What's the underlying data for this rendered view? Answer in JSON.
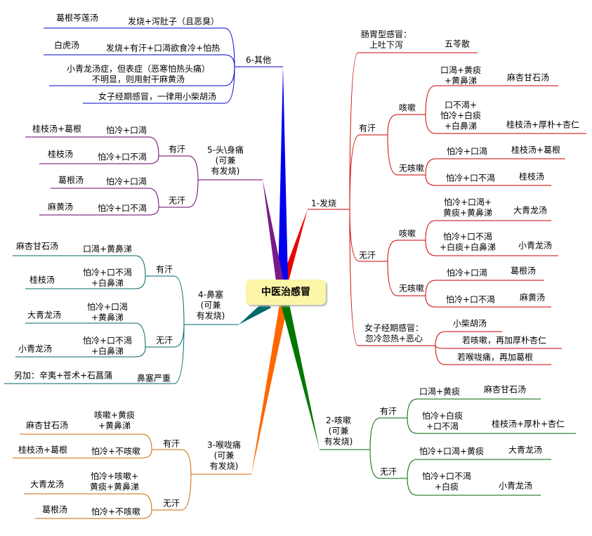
{
  "center": "中医治感冒",
  "colors": {
    "fever": "#cc0000",
    "cough": "#006600",
    "throat": "#cc6600",
    "nose": "#006666",
    "head": "#660066",
    "other": "#0000cc"
  },
  "fever": {
    "branch": "1-发烧",
    "gastro": "肠胃型感冒：\n上吐下泻",
    "gastro_rx": "五苓散",
    "sweat": "有汗",
    "cough": "咳嗽",
    "c1": "口渴+黄痰\n+黄鼻涕",
    "c1_rx": "麻杏甘石汤",
    "c2": "口不渴+\n怕冷+白痰\n+白鼻涕",
    "c2_rx": "桂枝汤+厚朴+杏仁",
    "nocough": "无咳嗽",
    "n1": "怕冷+口渴",
    "n1_rx": "桂枝汤+葛根",
    "n2": "怕冷+口不渴",
    "n2_rx": "桂枝汤",
    "nosweat": "无汗",
    "cough2": "咳嗽",
    "d1": "怕冷+口渴+\n黄痰+黄鼻涕",
    "d1_rx": "大青龙汤",
    "d2": "怕冷+口不渴\n+白痰+白鼻涕",
    "d2_rx": "小青龙汤",
    "nocough2": "无咳嗽",
    "e1": "怕冷+口渴",
    "e1_rx": "葛根汤",
    "e2": "怕冷+口不渴",
    "e2_rx": "麻黄汤",
    "female": "女子经期感冒：\n忽冷忽热+恶心",
    "f1": "小柴胡汤",
    "f2": "若咳嗽，再加厚朴杏仁",
    "f3": "若喉咙痛，再加葛根"
  },
  "cough": {
    "branch": "2-咳嗽\n(可兼\n有发烧)",
    "sweat": "有汗",
    "s1": "口渴+黄痰",
    "s1_rx": "麻杏甘石汤",
    "s2": "怕冷+白痰\n+口不渴",
    "s2_rx": "桂枝汤+厚朴+杏仁",
    "nosweat": "无汗",
    "n1": "怕冷+口渴+黄痰",
    "n1_rx": "大青龙汤",
    "n2": "怕冷+口不渴\n+白痰",
    "n2_rx": "小青龙汤"
  },
  "throat": {
    "branch": "3-喉咙痛\n(可兼\n有发烧)",
    "sweat": "有汗",
    "s1": "咳嗽+黄痰\n+黄鼻涕",
    "s1_rx": "麻杏甘石汤",
    "s2": "怕冷+不咳嗽",
    "s2_rx": "桂枝汤+葛根",
    "nosweat": "无汗",
    "n1": "怕冷+咳嗽+\n黄痰+黄鼻涕",
    "n1_rx": "大青龙汤",
    "n2": "怕冷+不咳嗽",
    "n2_rx": "葛根汤"
  },
  "nose": {
    "branch": "4-鼻塞\n(可兼\n有发烧)",
    "sweat": "有汗",
    "s1": "口渴+黄鼻涕",
    "s1_rx": "麻杏甘石汤",
    "s2": "怕冷+口不渴\n+白鼻涕",
    "s2_rx": "桂枝汤",
    "nosweat": "无汗",
    "n1": "怕冷+口渴\n+黄鼻涕",
    "n1_rx": "大青龙汤",
    "n2": "怕冷+口不渴\n+白鼻涕",
    "n2_rx": "小青龙汤",
    "severe": "鼻塞严重",
    "severe_rx": "另加：辛夷+苍术+石菖蒲"
  },
  "head": {
    "branch": "5-头\\身痛\n(可兼\n有发烧)",
    "sweat": "有汗",
    "s1": "怕冷+口渴",
    "s1_rx": "桂枝汤+葛根",
    "s2": "怕冷+口不渴",
    "s2_rx": "桂枝汤",
    "nosweat": "无汗",
    "n1": "怕冷+口渴",
    "n1_rx": "葛根汤",
    "n2": "怕冷+口不渴",
    "n2_rx": "麻黄汤"
  },
  "other": {
    "branch": "6-其他",
    "o1": "发烧+泻肚子（且恶臭）",
    "o1_rx": "葛根芩莲汤",
    "o2": "发烧+有汗+口渴欲食冷+怕热",
    "o2_rx": "白虎汤",
    "o3": "小青龙汤症，但表症（恶寒怕热头痛）\n不明显，则用射干麻黄汤",
    "o4": "女子经期感冒，一律用小柴胡汤"
  }
}
